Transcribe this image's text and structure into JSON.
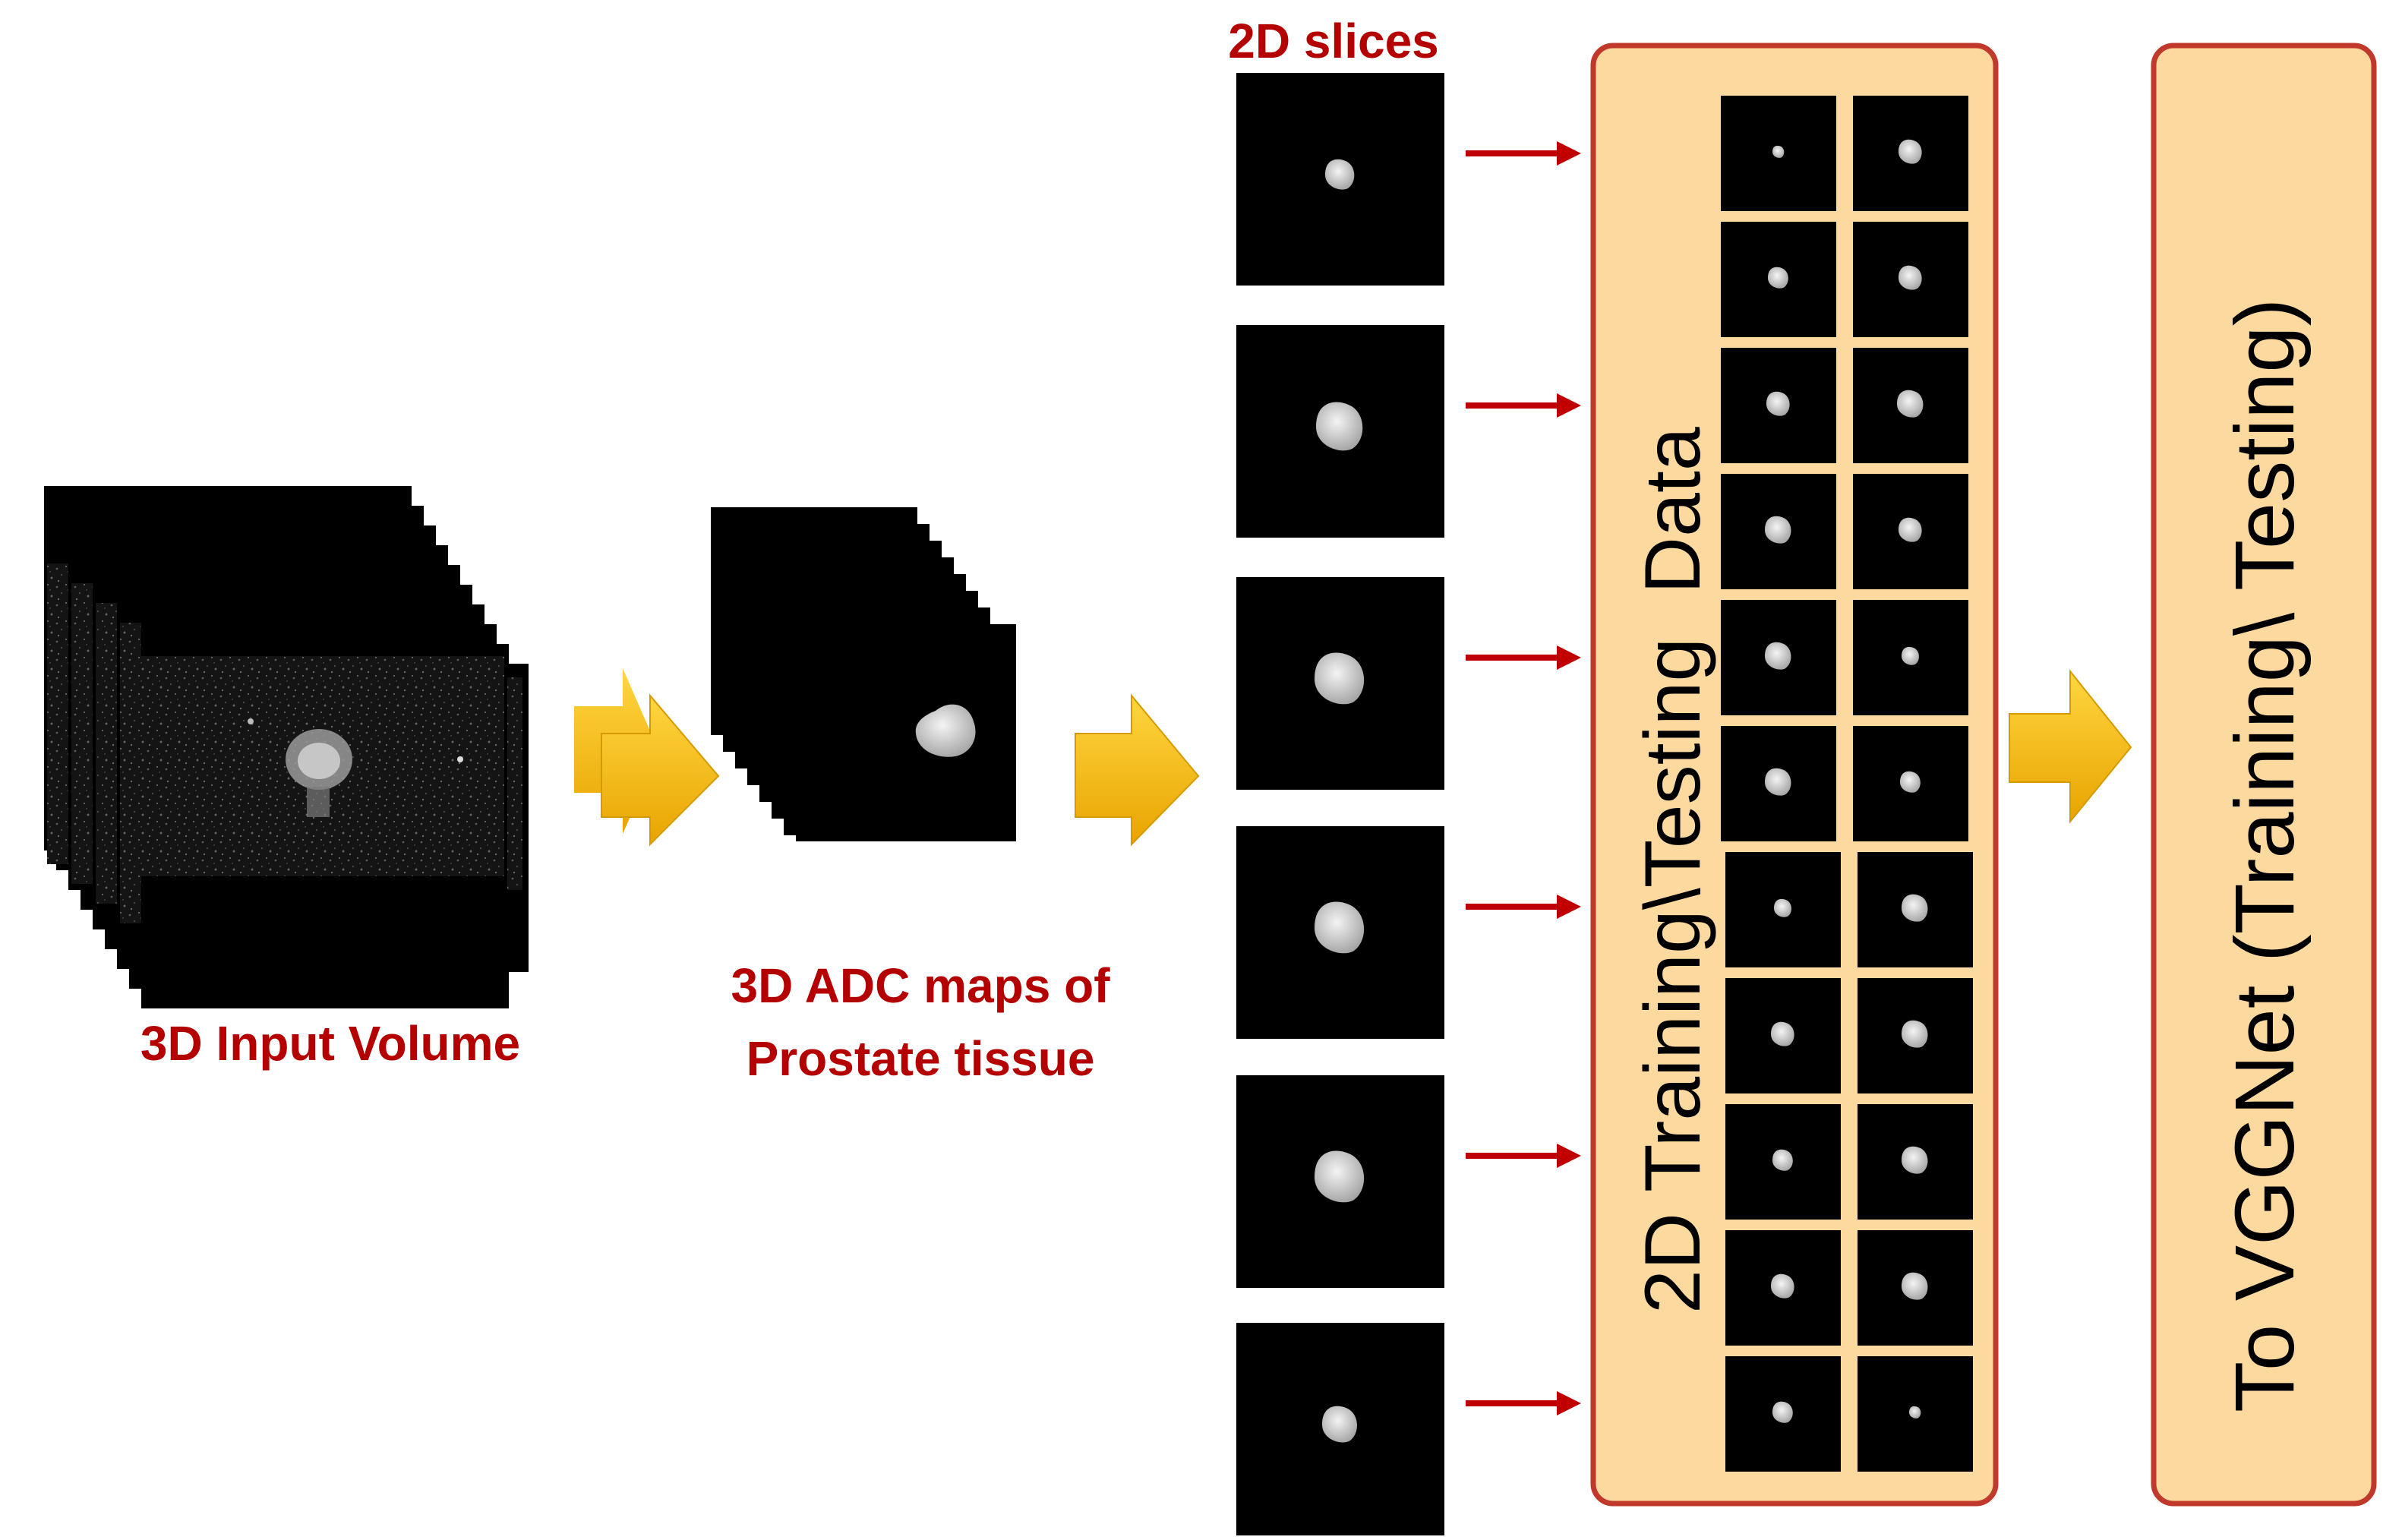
{
  "labels": {
    "input_volume": "3D Input Volume",
    "adc_maps_line1": "3D ADC maps of",
    "adc_maps_line2": "Prostate tissue",
    "slices": "2D slices",
    "data_box": "2D Training\\Testing  Data",
    "vggnet_box": "To VGGNet (Training\\ Testing)"
  },
  "colors": {
    "label_red": "#b40000",
    "arrow_red": "#c00000",
    "box_fill": "#fcd99e",
    "box_border": "#c0392b",
    "block_arrow": "#f5b800"
  },
  "slices_count": 6,
  "grid": {
    "rows": 11,
    "cols": 2
  }
}
